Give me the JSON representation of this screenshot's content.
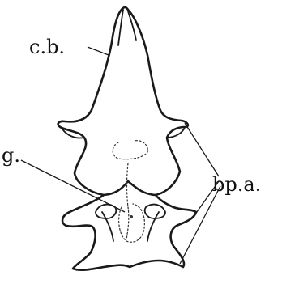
{
  "labels": {
    "cb": "c.b.",
    "g": "g.",
    "bpa": "bp.a."
  }
}
